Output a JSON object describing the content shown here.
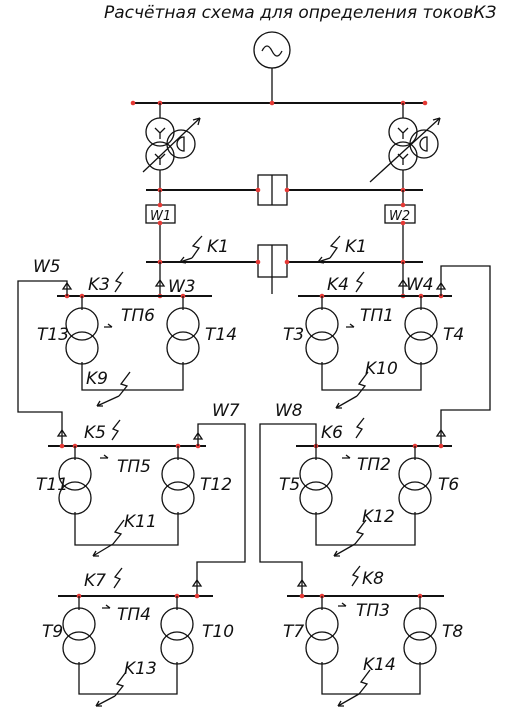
{
  "title": "Расчётная схема для определения токовКЗ",
  "lines": {
    "w1": "W1",
    "w2": "W2",
    "w3": "W3",
    "w4": "W4",
    "w5": "W5",
    "w7": "W7",
    "w8": "W8"
  },
  "faults": {
    "k1a": "K1",
    "k1b": "K1",
    "k3": "K3",
    "k4": "K4",
    "k5": "K5",
    "k6": "K6",
    "k7": "K7",
    "k8": "K8",
    "k9": "K9",
    "k10": "K10",
    "k11": "K11",
    "k12": "K12",
    "k13": "K13",
    "k14": "K14"
  },
  "substations": {
    "tp1": "ТП1",
    "tp2": "ТП2",
    "tp3": "ТП3",
    "tp4": "ТП4",
    "tp5": "ТП5",
    "tp6": "ТП6"
  },
  "transformers": {
    "t3": "T3",
    "t4": "T4",
    "t5": "T5",
    "t6": "T6",
    "t7": "T7",
    "t8": "T8",
    "t9": "T9",
    "t10": "T10",
    "t11": "T11",
    "t12": "T12",
    "t13": "T13",
    "t14": "T14"
  },
  "colors": {
    "node_dot": "#e53935",
    "line": "#111111"
  },
  "icons": {
    "source": "ac-generator-icon",
    "main_transformer": "three-winding-transformer-icon",
    "transformer": "two-winding-transformer-icon",
    "fault": "short-circuit-bolt-icon"
  }
}
